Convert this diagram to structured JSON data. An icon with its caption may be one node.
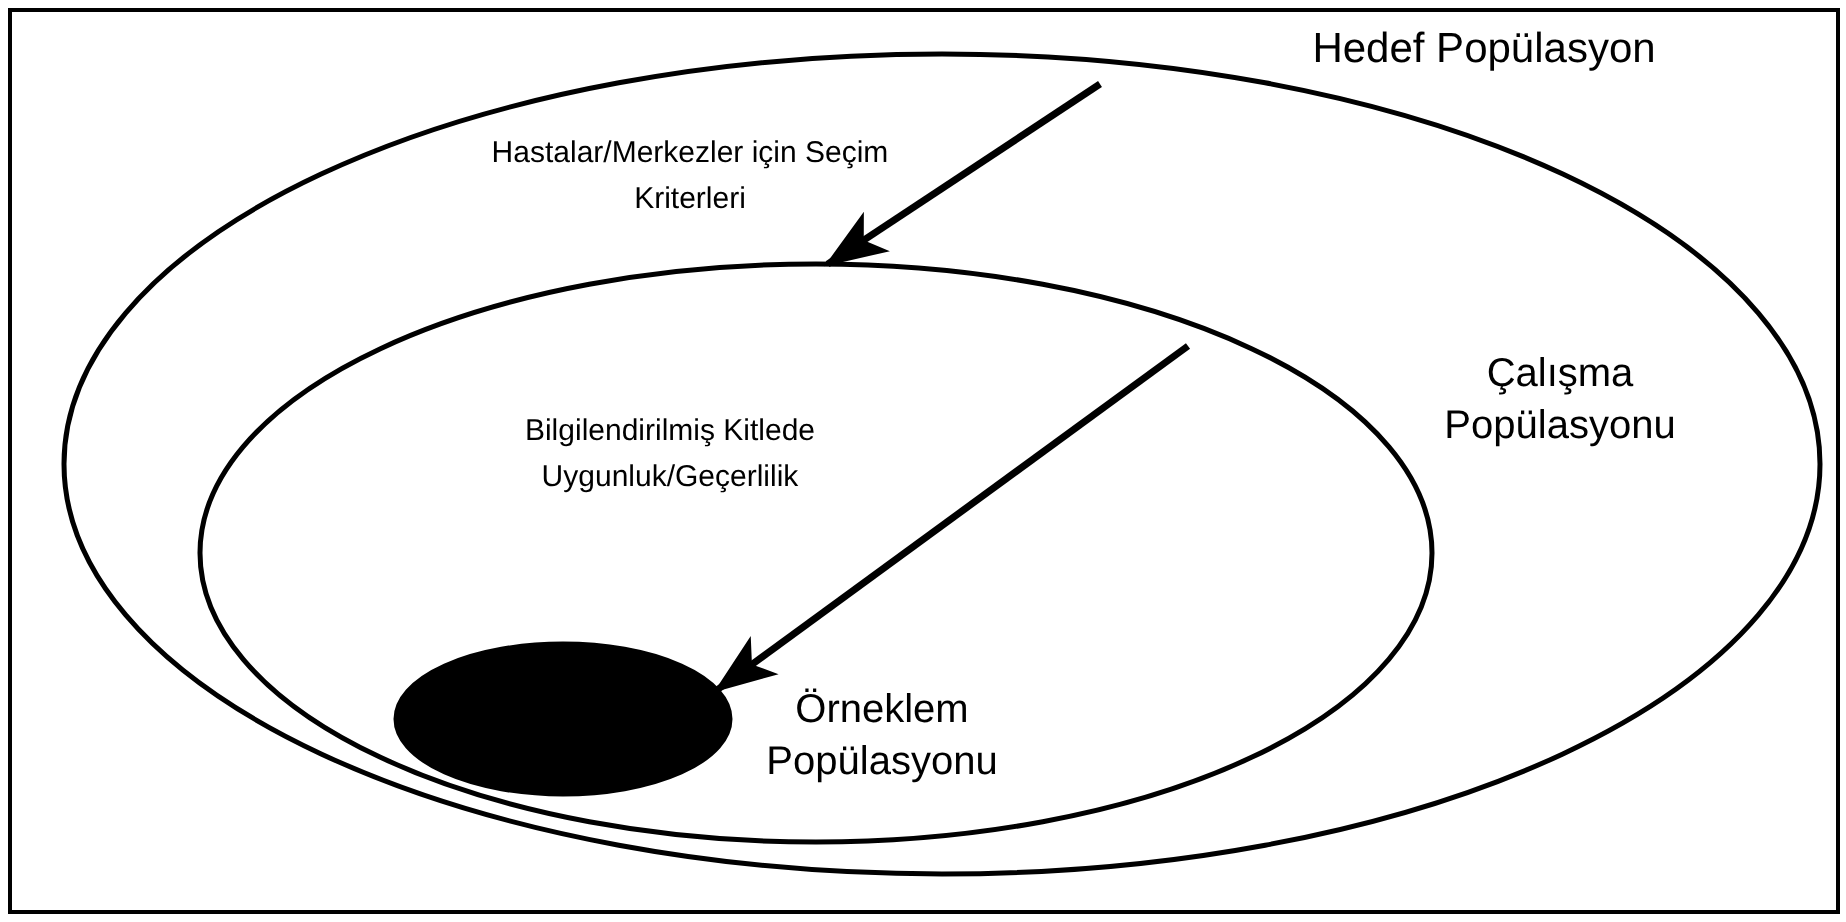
{
  "diagram": {
    "nodes": [
      {
        "text": [
          "Hedef Popülasyon"
        ]
      },
      {
        "text": [
          "Çalışma Popülasyonu"
        ],
        "in": 0
      },
      {
        "text": [],
        "shape": "ellipse",
        "beside": [
          "Örneklem Popülasyonu"
        ],
        "in": 1
      }
    ],
    "edges": [
      {
        "from": 0,
        "to": 1,
        "arrow": "to",
        "label": "Hastalar/Merkezler için Seçim Kriterleri"
      },
      {
        "from": 1,
        "to": 2,
        "arrow": "to",
        "label": "Bilgilendirilmiş Kitlede Uygunluk/Geçerlilik"
      }
    ]
  }
}
